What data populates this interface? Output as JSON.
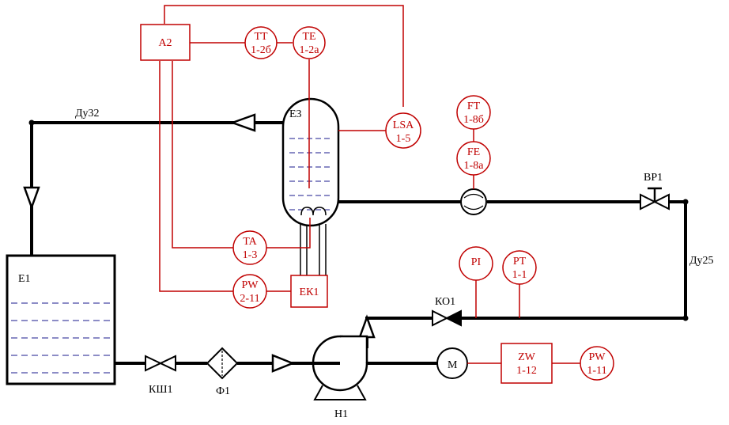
{
  "equipment": {
    "e1": "E1",
    "e3": "E3",
    "pump": "Н1",
    "motor": "М",
    "valve_ksh1": "КШ1",
    "filter_f1": "Ф1",
    "check_valve_ko1": "КО1",
    "valve_vr1": "ВР1",
    "controller_a2": "А2",
    "heater_ek1": "ЕК1"
  },
  "pipes": {
    "du32": "Ду32",
    "du25": "Ду25"
  },
  "instruments": {
    "tt": {
      "line1": "TT",
      "line2": "1-2б"
    },
    "te": {
      "line1": "TE",
      "line2": "1-2а"
    },
    "lsa": {
      "line1": "LSA",
      "line2": "1-5"
    },
    "ft": {
      "line1": "FT",
      "line2": "1-8б"
    },
    "fe": {
      "line1": "FE",
      "line2": "1-8а"
    },
    "ta": {
      "line1": "TA",
      "line2": "1-3"
    },
    "pw_2": {
      "line1": "PW",
      "line2": "2-11"
    },
    "pi": {
      "line1": "PI",
      "line2": ""
    },
    "pt": {
      "line1": "PT",
      "line2": "1-1"
    },
    "zw": {
      "line1": "ZW",
      "line2": "1-12"
    },
    "pw_1": {
      "line1": "PW",
      "line2": "1-11"
    }
  },
  "colors": {
    "process_lines": "#000000",
    "instrument_lines": "#c00000"
  }
}
